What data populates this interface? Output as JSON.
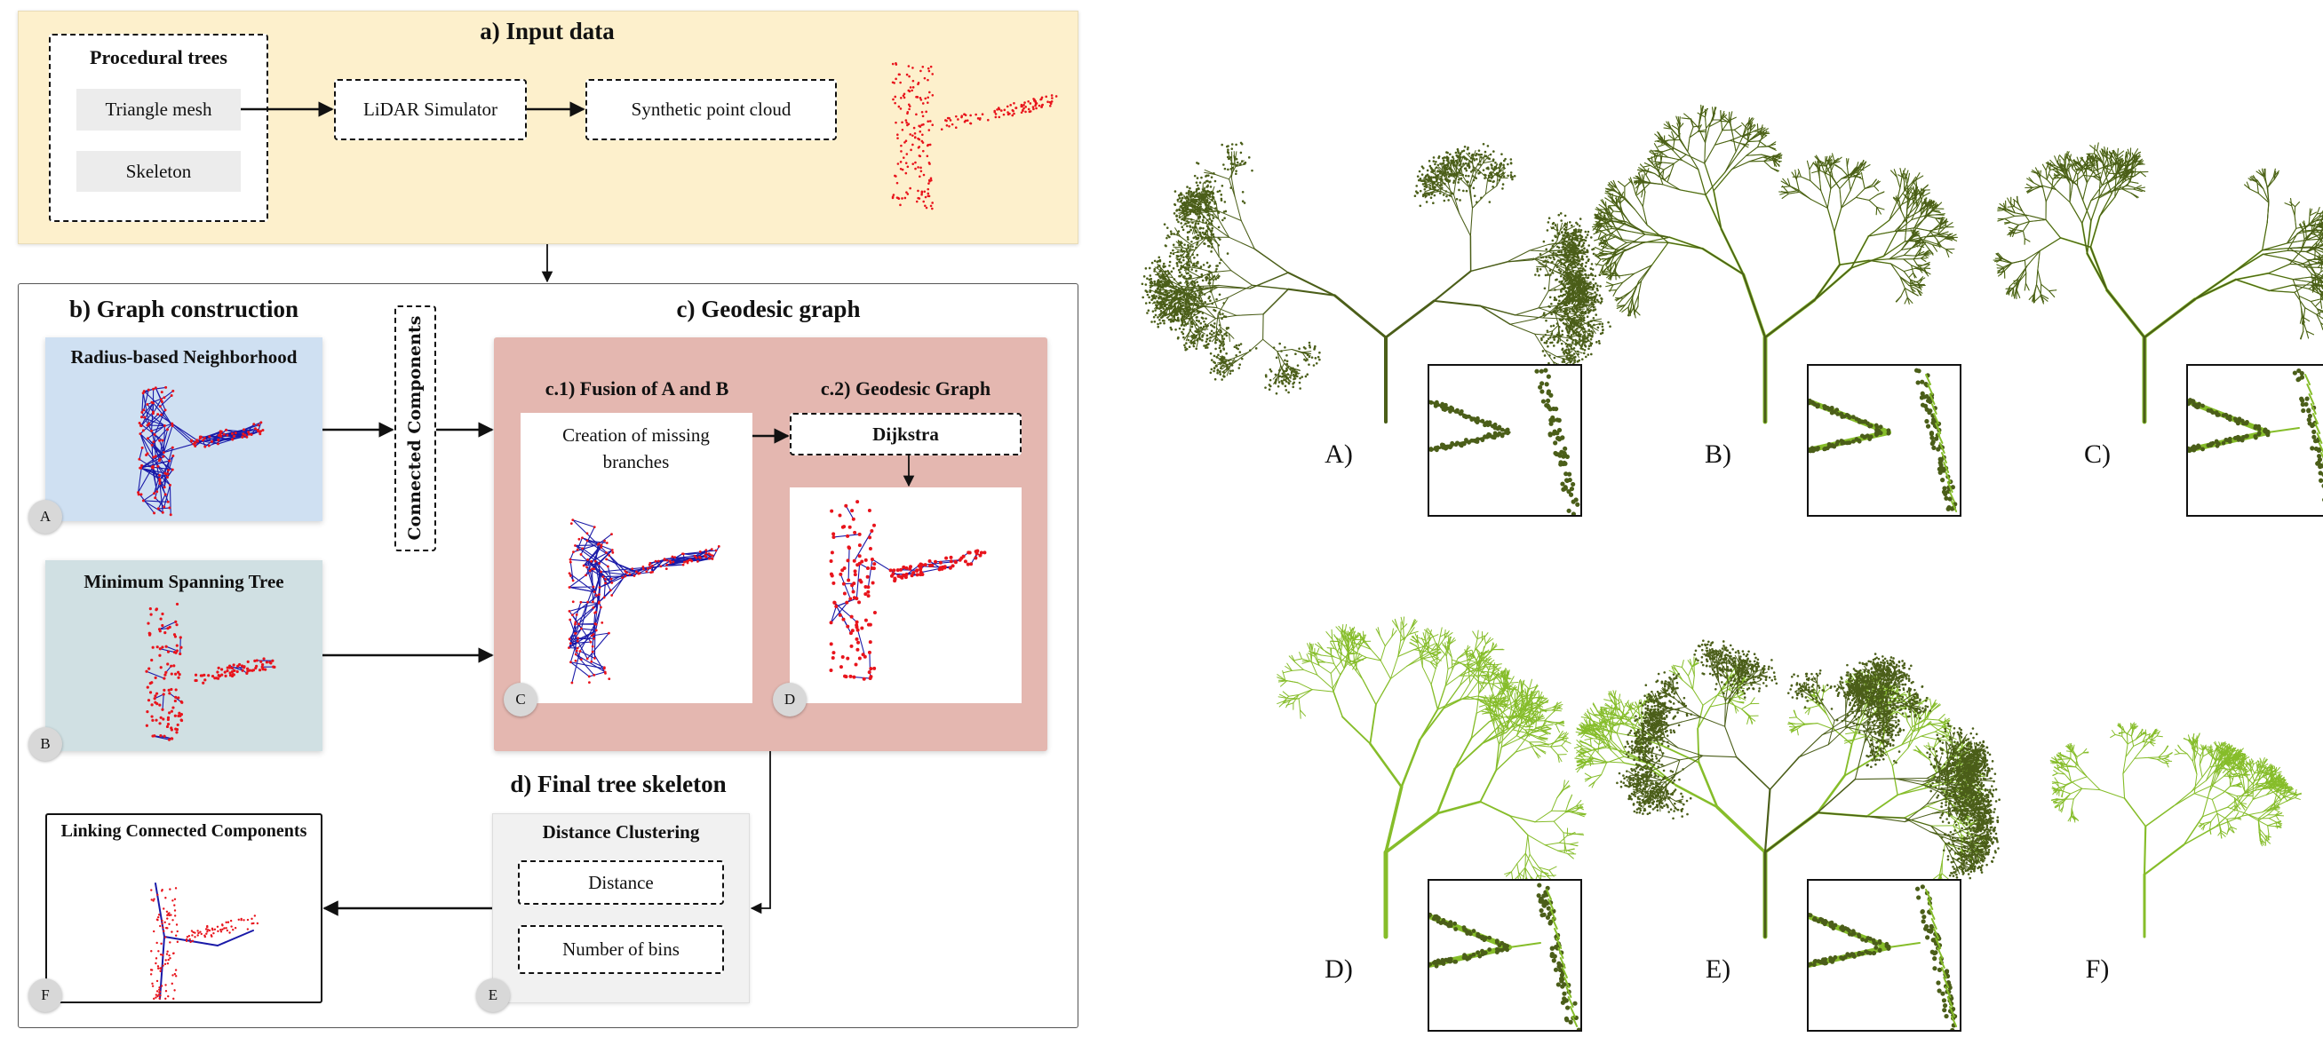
{
  "a": {
    "title": "a) Input data",
    "procedural": {
      "title": "Procedural trees",
      "items": [
        "Triangle mesh",
        "Skeleton"
      ]
    },
    "lidar": "LiDAR Simulator",
    "synthetic": "Synthetic point cloud"
  },
  "b": {
    "title": "b) Graph construction",
    "radius": "Radius-based Neighborhood",
    "mst": "Minimum Spanning Tree",
    "connected": "Connected Components"
  },
  "c": {
    "title": "c) Geodesic graph",
    "c1": "c.1) Fusion of A and B",
    "c1_text": "Creation of missing branches",
    "c2": "c.2) Geodesic Graph",
    "dijkstra": "Dijkstra"
  },
  "d": {
    "title": "d) Final tree skeleton",
    "clustering": "Distance Clustering",
    "distance": "Distance",
    "bins": "Number of bins",
    "linking": "Linking Connected Components"
  },
  "badges": {
    "A": "A",
    "B": "B",
    "C": "C",
    "D": "D",
    "E": "E",
    "F": "F"
  },
  "results": [
    {
      "label": "A)"
    },
    {
      "label": "B)"
    },
    {
      "label": "C)"
    },
    {
      "label": "D)"
    },
    {
      "label": "E)"
    },
    {
      "label": "F)"
    }
  ],
  "colors": {
    "panel_a": "#fdf0cc",
    "radius_bg": "#cfe0f2",
    "mst_bg": "#d0e0e3",
    "geodesic_bg": "#e4b7b0",
    "edge_blue": "#1a1aa8",
    "point_red": "#e8141c",
    "dark_green": "#4b5e19",
    "light_green": "#86bd2a"
  }
}
